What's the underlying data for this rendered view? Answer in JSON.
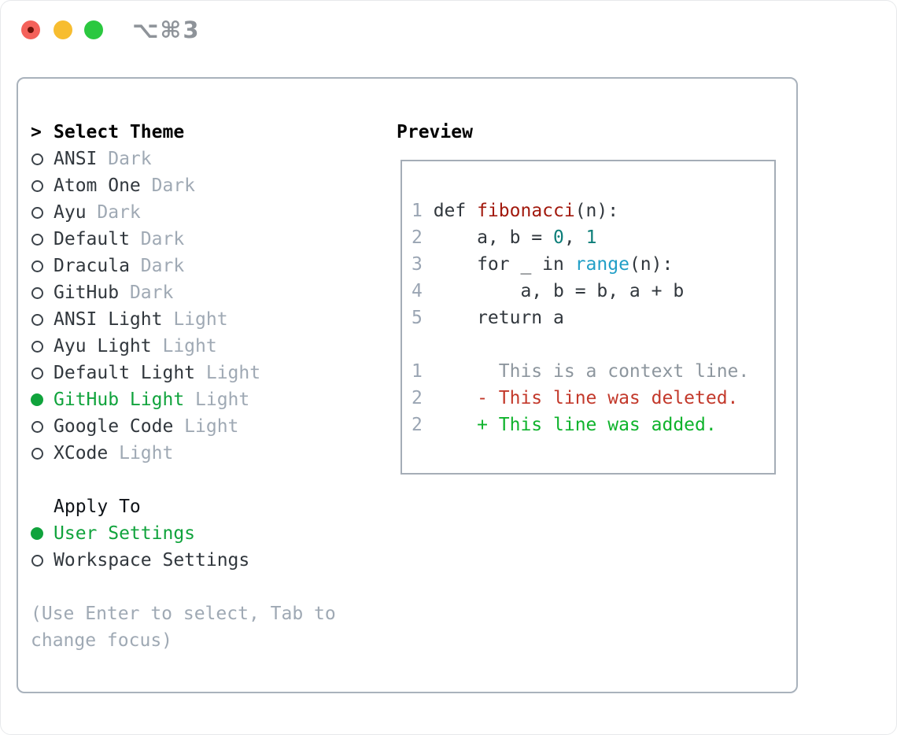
{
  "window": {
    "shortcut": "⌥⌘3",
    "traffic_lights": [
      {
        "name": "close-button"
      },
      {
        "name": "minimize-button"
      },
      {
        "name": "maximize-button"
      }
    ]
  },
  "colors": {
    "accent_green": "#10a33c",
    "text_dark": "#31373d",
    "text_muted": "#9fa9b4",
    "syntax_function_red": "#a2190d",
    "syntax_number_teal": "#0c7e79",
    "syntax_builtin_blue": "#219fc7",
    "diff_context_gray": "#8d969e",
    "diff_deleted_red": "#c3392b",
    "diff_added_green": "#0fb32c",
    "line_number_gray": "#9aa5b3",
    "panel_border": "#a9b2bc",
    "preview_border": "#a5adb7",
    "traffic_red": "#f4615a",
    "traffic_red_dot": "#6d1209",
    "traffic_yellow": "#f7bd30",
    "traffic_green": "#2bc840",
    "shortcut_gray": "#8e9399"
  },
  "theme_picker": {
    "title_marker": ">",
    "title": "Select Theme",
    "items": [
      {
        "name": "ANSI",
        "variant": "Dark",
        "selected": false
      },
      {
        "name": "Atom One",
        "variant": "Dark",
        "selected": false
      },
      {
        "name": "Ayu",
        "variant": "Dark",
        "selected": false
      },
      {
        "name": "Default",
        "variant": "Dark",
        "selected": false
      },
      {
        "name": "Dracula",
        "variant": "Dark",
        "selected": false
      },
      {
        "name": "GitHub",
        "variant": "Dark",
        "selected": false
      },
      {
        "name": "ANSI Light",
        "variant": "Light",
        "selected": false
      },
      {
        "name": "Ayu Light",
        "variant": "Light",
        "selected": false
      },
      {
        "name": "Default Light",
        "variant": "Light",
        "selected": false
      },
      {
        "name": "GitHub Light",
        "variant": "Light",
        "selected": true
      },
      {
        "name": "Google Code",
        "variant": "Light",
        "selected": false
      },
      {
        "name": "XCode",
        "variant": "Light",
        "selected": false
      }
    ],
    "apply_to": {
      "title": "Apply To",
      "options": [
        {
          "label": "User Settings",
          "selected": true
        },
        {
          "label": "Workspace Settings",
          "selected": false
        }
      ]
    },
    "hint_lines": [
      "(Use Enter to select, Tab to",
      "change focus)"
    ]
  },
  "preview": {
    "title": "Preview",
    "code_lines": [
      {
        "num": "1",
        "segments": [
          {
            "text": "def ",
            "color": "fg"
          },
          {
            "text": "fibonacci",
            "color": "red"
          },
          {
            "text": "(n):",
            "color": "fg"
          }
        ]
      },
      {
        "num": "2",
        "segments": [
          {
            "text": "    a, b = ",
            "color": "fg"
          },
          {
            "text": "0",
            "color": "teal"
          },
          {
            "text": ", ",
            "color": "fg"
          },
          {
            "text": "1",
            "color": "teal"
          }
        ]
      },
      {
        "num": "3",
        "segments": [
          {
            "text": "    for _ in ",
            "color": "fg"
          },
          {
            "text": "range",
            "color": "blue"
          },
          {
            "text": "(n):",
            "color": "fg"
          }
        ]
      },
      {
        "num": "4",
        "segments": [
          {
            "text": "        a, b = b, a + b",
            "color": "fg"
          }
        ]
      },
      {
        "num": "5",
        "segments": [
          {
            "text": "    return a",
            "color": "fg"
          }
        ]
      },
      {
        "num": "",
        "segments": []
      },
      {
        "num": "1",
        "segments": [
          {
            "text": "      This is a context line.",
            "color": "ctx"
          }
        ]
      },
      {
        "num": "2",
        "segments": [
          {
            "text": "    - This line was deleted.",
            "color": "del"
          }
        ]
      },
      {
        "num": "2",
        "segments": [
          {
            "text": "    + This line was added.",
            "color": "add"
          }
        ]
      }
    ]
  }
}
